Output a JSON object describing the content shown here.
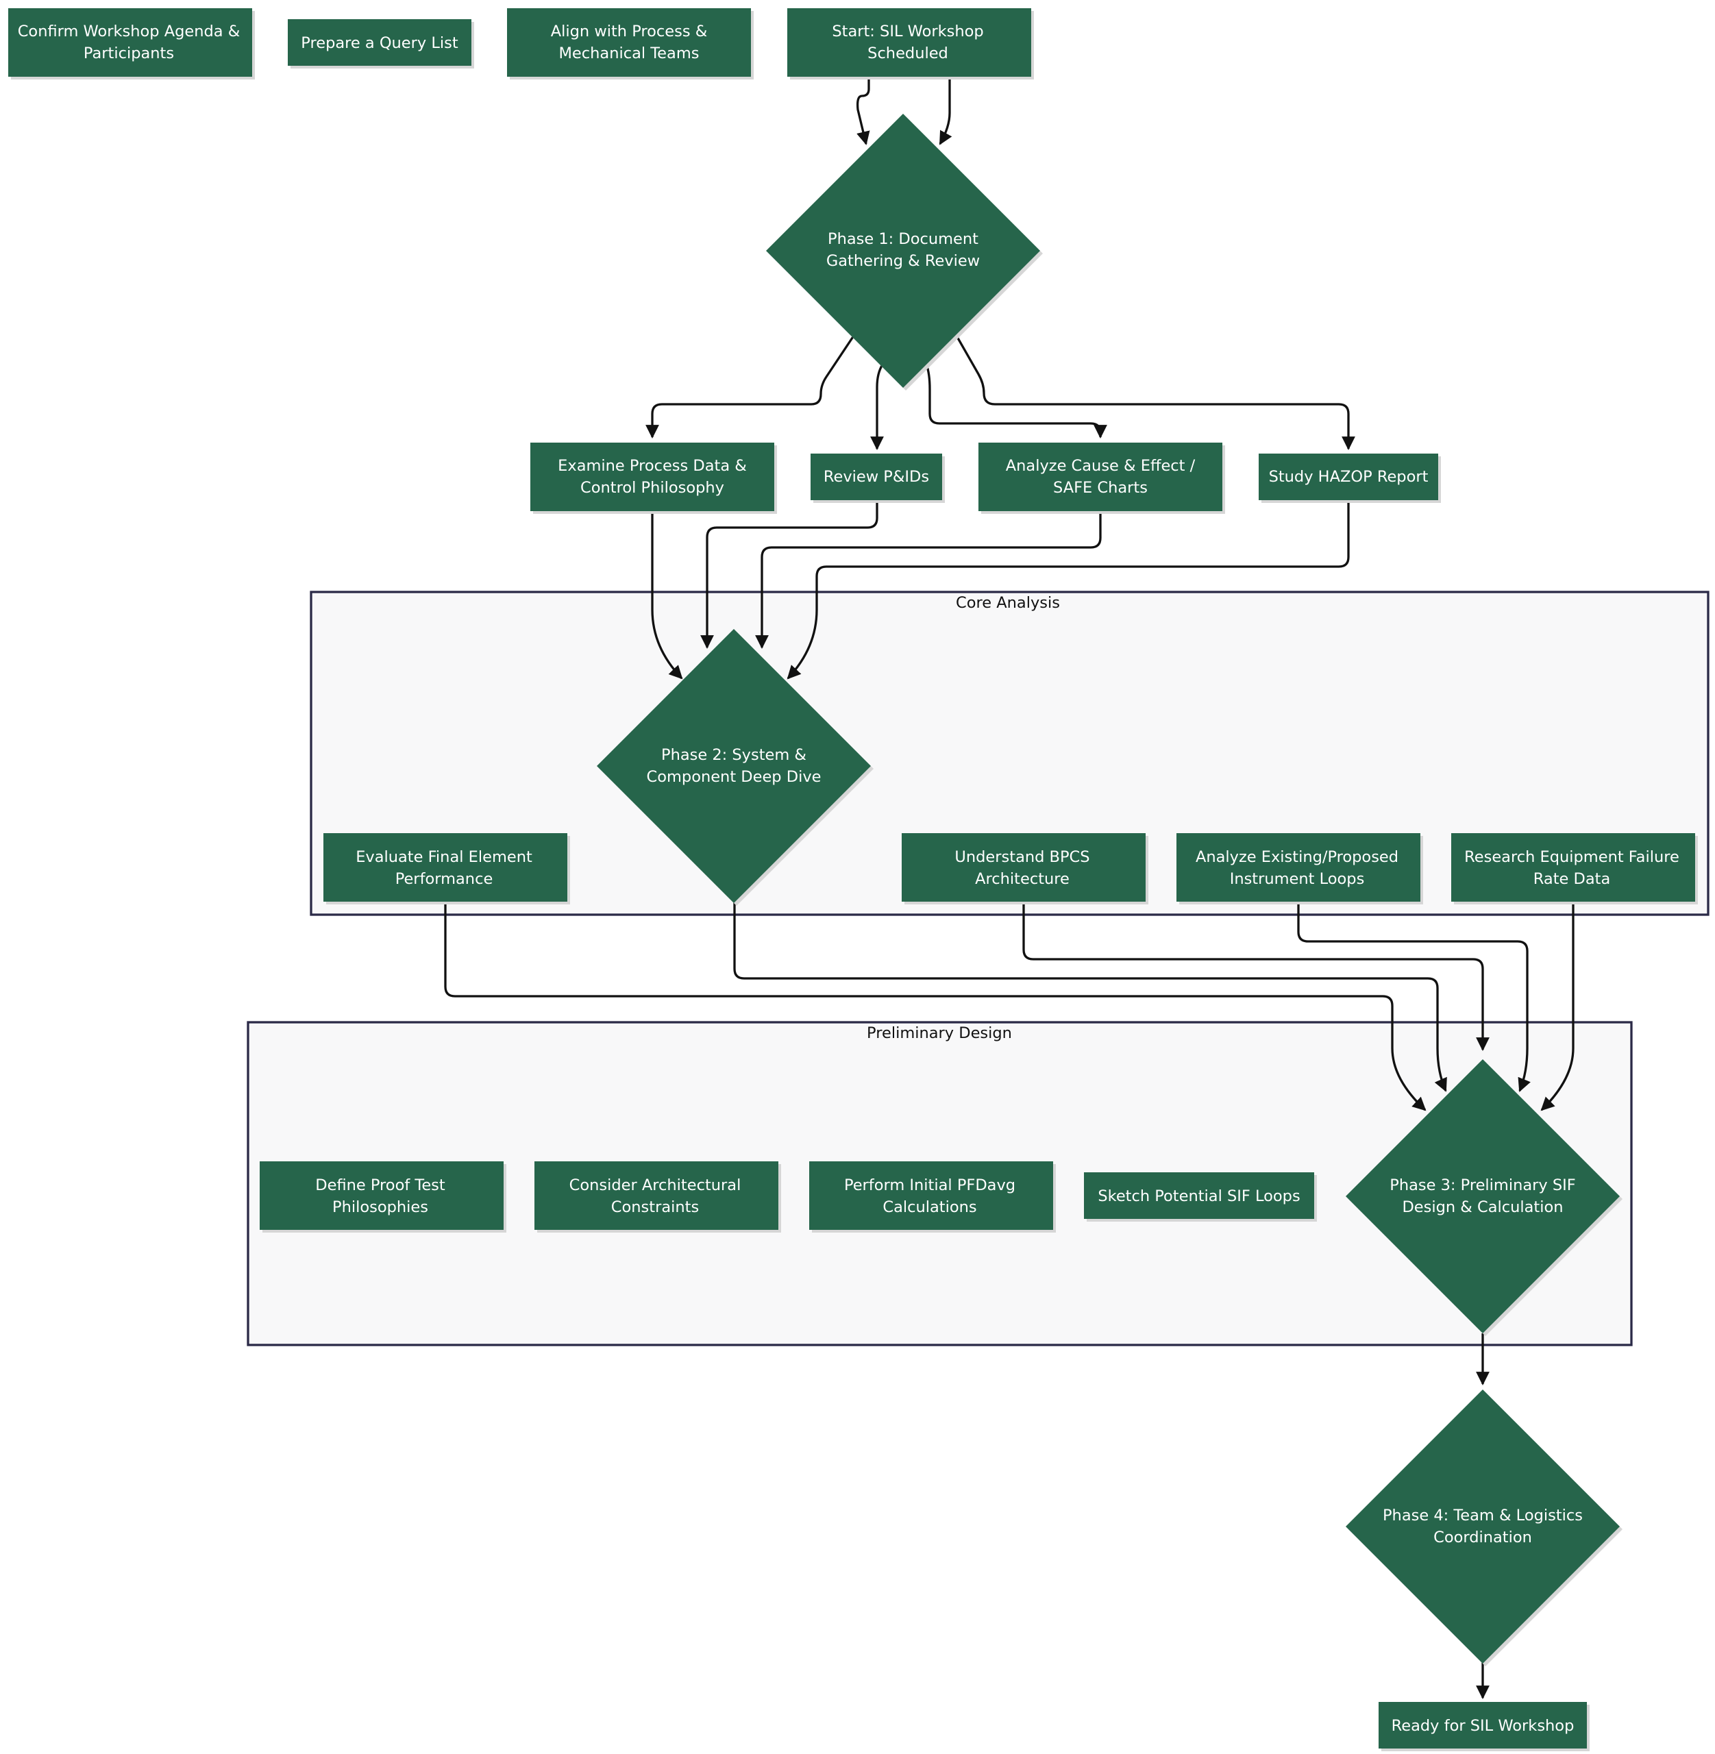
{
  "clusters": {
    "core": {
      "title": "Core Analysis"
    },
    "prelim": {
      "title": "Preliminary Design"
    }
  },
  "nodes": {
    "confirm_agenda": [
      "Confirm Workshop Agenda &",
      "Participants"
    ],
    "query_list": [
      "Prepare a Query List"
    ],
    "align_teams": [
      "Align with Process &",
      "Mechanical Teams"
    ],
    "start": [
      "Start: SIL Workshop",
      "Scheduled"
    ],
    "phase1": [
      "Phase 1: Document",
      "Gathering & Review"
    ],
    "process_data": [
      "Examine Process Data &",
      "Control Philosophy"
    ],
    "review_pids": [
      "Review P&IDs"
    ],
    "cause_effect": [
      "Analyze Cause & Effect /",
      "SAFE Charts"
    ],
    "hazop": [
      "Study HAZOP Report"
    ],
    "phase2": [
      "Phase 2: System &",
      "Component Deep Dive"
    ],
    "final_element": [
      "Evaluate Final Element",
      "Performance"
    ],
    "bpcs": [
      "Understand BPCS",
      "Architecture"
    ],
    "instrument_loops": [
      "Analyze Existing/Proposed",
      "Instrument Loops"
    ],
    "failure_rate": [
      "Research Equipment Failure",
      "Rate Data"
    ],
    "proof_test": [
      "Define Proof Test",
      "Philosophies"
    ],
    "arch_constraints": [
      "Consider Architectural",
      "Constraints"
    ],
    "pfdavg": [
      "Perform Initial PFDavg",
      "Calculations"
    ],
    "sketch_sif": [
      "Sketch Potential SIF Loops"
    ],
    "phase3": [
      "Phase 3: Preliminary SIF",
      "Design & Calculation"
    ],
    "phase4": [
      "Phase 4: Team & Logistics",
      "Coordination"
    ],
    "ready": [
      "Ready for SIL Workshop"
    ]
  },
  "colors": {
    "node_fill": "#26654b",
    "node_text": "#ffffff",
    "cluster_fill": "#f8f8f9",
    "cluster_stroke": "#2b2a47",
    "edge": "#111111"
  }
}
